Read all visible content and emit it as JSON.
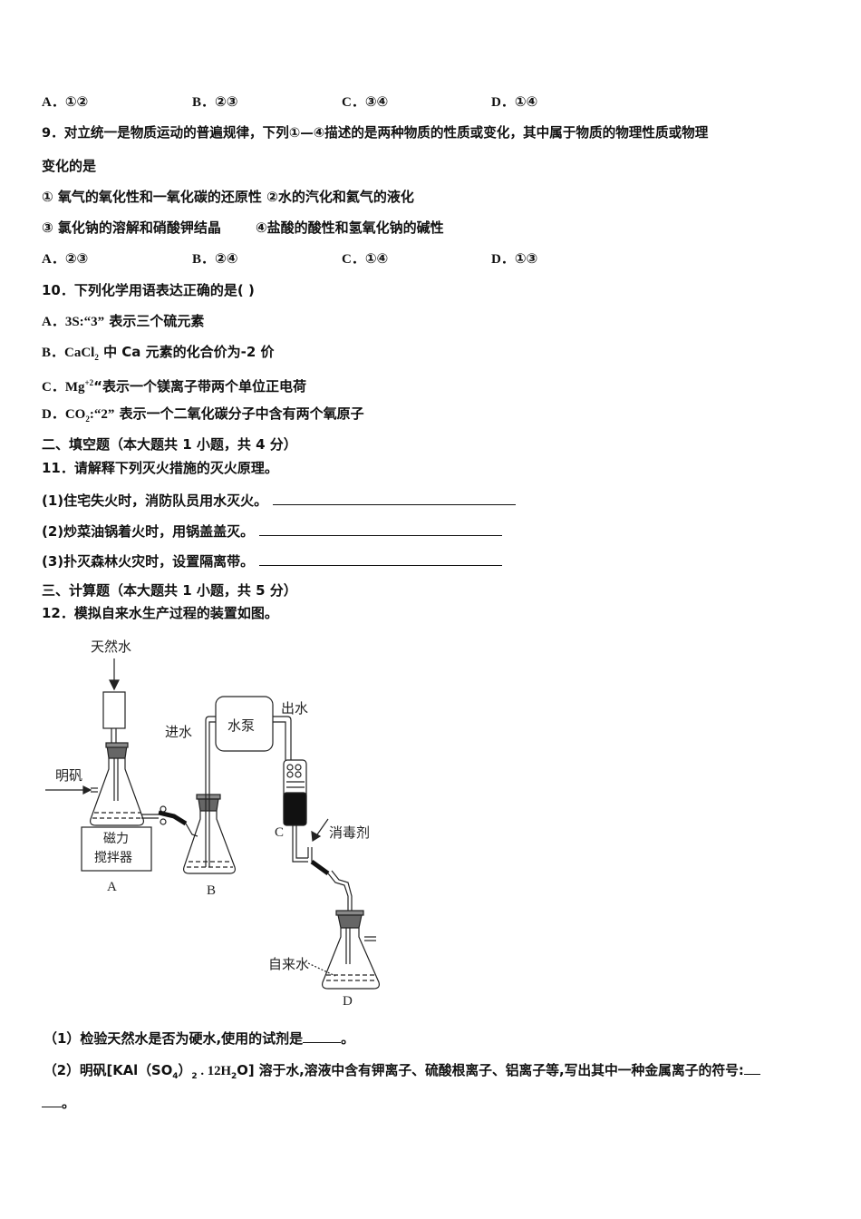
{
  "q8_options": [
    {
      "letter": "A．",
      "text": "①②"
    },
    {
      "letter": "B．",
      "text": "②③"
    },
    {
      "letter": "C．",
      "text": "③④"
    },
    {
      "letter": "D．",
      "text": "①④"
    }
  ],
  "q9": {
    "stem_line1": "9．对立统一是物质运动的普遍规律，下列①—④描述的是两种物质的性质或变化，其中属于物质的物理性质或物理",
    "stem_line2": "变化的是",
    "item1": "① 氧气的氧化性和一氧化碳的还原性",
    "item2": "②水的汽化和氦气的液化",
    "item3": "③ 氯化钠的溶解和硝酸钾结晶",
    "item4": "④盐酸的酸性和氢氧化钠的碱性",
    "options": [
      {
        "letter": "A．",
        "text": "②③"
      },
      {
        "letter": "B．",
        "text": "②④"
      },
      {
        "letter": "C．",
        "text": "①④"
      },
      {
        "letter": "D．",
        "text": "①③"
      }
    ]
  },
  "q10": {
    "stem": "10．下列化学用语表达正确的是(   )",
    "options": [
      {
        "letter": "A．",
        "formula": "3S:“3”",
        "text": " 表示三个硫元素"
      },
      {
        "letter": "B．",
        "formula_main": "CaCl",
        "formula_sub": "2",
        "text": " 中 Ca 元素的化合价为-2 价"
      },
      {
        "letter": "C．",
        "formula_main": "Mg",
        "formula_sup": "+2",
        "text": "“表示一个镁离子带两个单位正电荷"
      },
      {
        "letter": "D．",
        "formula_main": "CO",
        "formula_sub": "2",
        "formula_tail": ":“2”",
        "text": " 表示一个二氧化碳分子中含有两个氧原子"
      }
    ]
  },
  "section2": {
    "heading": "二、填空题（本大题共 1 小题，共 4 分）",
    "q11_stem": "11．请解释下列灭火措施的灭火原理。",
    "items": [
      "(1)住宅失火时，消防队员用水灭火。",
      "(2)炒菜油锅着火时，用锅盖盖灭。",
      "(3)扑灭森林火灾时，设置隔离带。"
    ]
  },
  "section3": {
    "heading": "三、计算题（本大题共 1 小题，共 5 分）",
    "q12_stem": "12．模拟自来水生产过程的装置如图。"
  },
  "diagram": {
    "natural_water": "天然水",
    "alum": "明矾",
    "stirrer_line1": "磁力",
    "stirrer_line2": "搅拌器",
    "water_in": "进水",
    "pump": "水泵",
    "water_out": "出水",
    "disinfectant": "消毒剂",
    "tap_water": "自来水",
    "label_a": "A",
    "label_b": "B",
    "label_c": "C",
    "label_d": "D"
  },
  "q12_parts": {
    "p1": "（1）检验天然水是否为硬水,使用的试剂是",
    "p1_end": "。",
    "p2_a": "（2）明矾[KAl（SO",
    "p2_sub4": "4",
    "p2_b": "）",
    "p2_sub2": "2",
    "p2_c": " . 12H",
    "p2_subh": "2",
    "p2_d": "O] 溶于水,溶液中含有钾离子、硫酸根离子、铝离子等,写出其中一种金属离子的符号:",
    "p2_end": "。"
  }
}
